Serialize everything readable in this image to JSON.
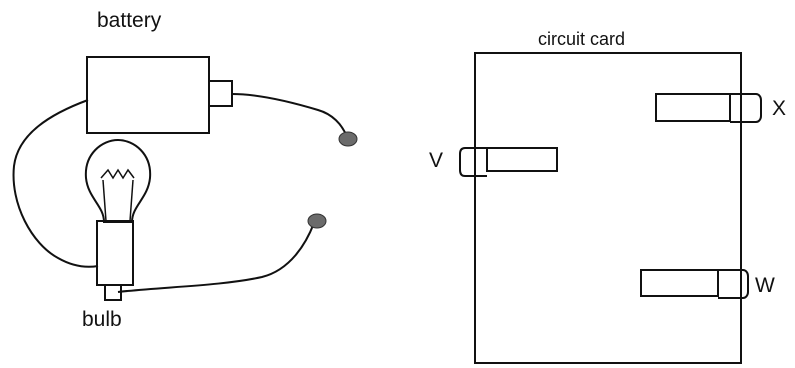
{
  "labels": {
    "battery": "battery",
    "bulb": "bulb",
    "circuit_card": "circuit card",
    "slot_v": "V",
    "slot_w": "W",
    "slot_x": "X"
  },
  "colors": {
    "line": "#111111",
    "wire_end": "#6b6b6b",
    "background": "#ffffff"
  }
}
